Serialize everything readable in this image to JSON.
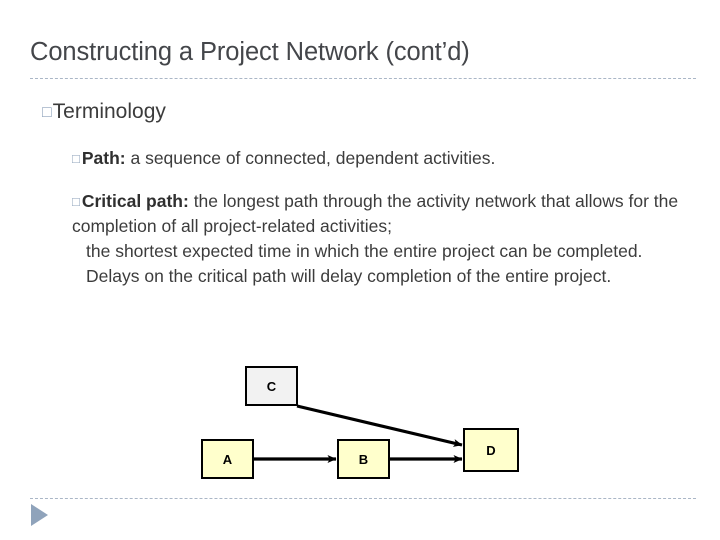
{
  "slide": {
    "title": "Constructing a Project Network (cont’d)",
    "title_color": "#44464a",
    "bullet_marker": "□",
    "bullet_marker_color": "#8fa3bb",
    "divider_color": "#aab6c6"
  },
  "content": {
    "heading": "Terminology",
    "items": [
      {
        "lead": "Path:",
        "text": " a sequence of connected, dependent activities."
      },
      {
        "lead": "Critical path:",
        "text": " the longest path through the activity network that allows for the completion of all project-related activities;",
        "continuation": "the shortest expected time in which the entire project can be completed. Delays on the critical path will delay completion of the entire project."
      }
    ]
  },
  "diagram": {
    "type": "activity-on-node-network",
    "nodes": [
      {
        "id": "A",
        "label": "A",
        "fill": "#ffffcc",
        "stroke": "#000000"
      },
      {
        "id": "B",
        "label": "B",
        "fill": "#ffffcc",
        "stroke": "#000000"
      },
      {
        "id": "C",
        "label": "C",
        "fill": "#f2f2f2",
        "stroke": "#000000"
      },
      {
        "id": "D",
        "label": "D",
        "fill": "#ffffcc",
        "stroke": "#000000"
      }
    ],
    "edges": [
      {
        "from": "A",
        "to": "B"
      },
      {
        "from": "B",
        "to": "D"
      },
      {
        "from": "C",
        "to": "D"
      }
    ],
    "edge_color": "#000000"
  },
  "footer": {
    "nav_icon": "play-triangle-right",
    "nav_icon_color": "#8fa3bb"
  }
}
